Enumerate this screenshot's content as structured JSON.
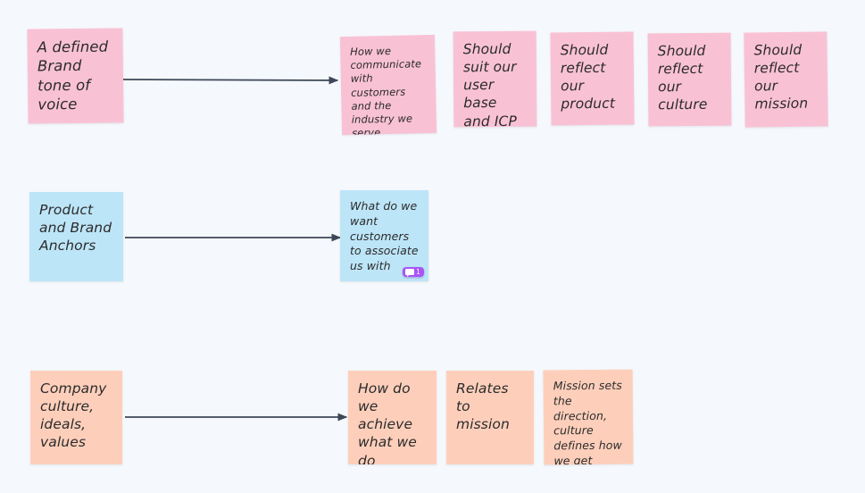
{
  "board": {
    "background_color": "#f5f8fc",
    "arrow_color": "#3d4757",
    "text_color": "#2b2b2b"
  },
  "palette": {
    "pink": "#f9c2d4",
    "blue": "#bde5f8",
    "orange": "#fdcfbb",
    "badge_purple": "#a855f7"
  },
  "rows": [
    {
      "id": "brand-tone-of-voice",
      "color": "pink",
      "source": {
        "text": "A defined\nBrand\ntone of\nvoice"
      },
      "notes": [
        {
          "text": "How we\ncommunicate\nwith customers\nand the\nindustry we\nserve"
        },
        {
          "text": "Should\nsuit our\nuser base\nand ICP"
        },
        {
          "text": "Should\nreflect our\nproduct"
        },
        {
          "text": "Should\nreflect our\nculture"
        },
        {
          "text": "Should\nreflect our\nmission"
        }
      ]
    },
    {
      "id": "product-and-brand-anchors",
      "color": "blue",
      "source": {
        "text": "Product\nand Brand\nAnchors"
      },
      "notes": [
        {
          "text": "What do we\nwant\ncustomers\nto associate\nus with",
          "comment_count": "1"
        }
      ]
    },
    {
      "id": "company-culture-ideals-values",
      "color": "orange",
      "source": {
        "text": "Company\nculture,\nideals,\nvalues"
      },
      "notes": [
        {
          "text": "How do we\nachieve\nwhat we\ndo"
        },
        {
          "text": "Relates to\nmission"
        },
        {
          "text": "Mission sets\nthe direction,\nculture\ndefines how\nwe get there"
        }
      ]
    }
  ]
}
